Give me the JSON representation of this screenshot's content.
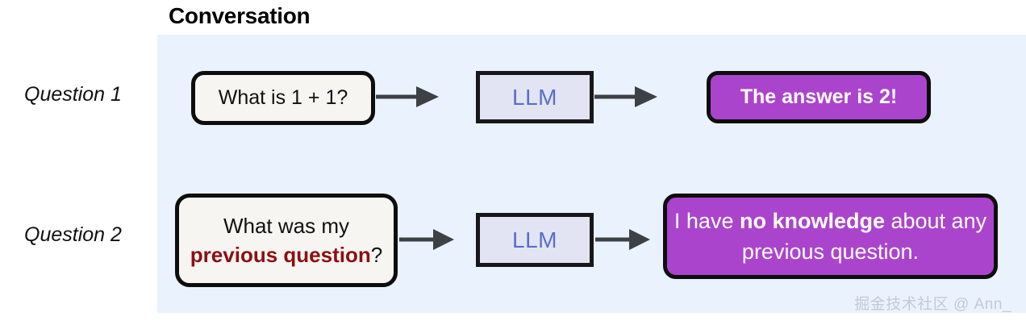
{
  "title": "Conversation",
  "panel": {
    "background_color": "#eaf2fd"
  },
  "colors": {
    "panel_background": "#eaf2fd",
    "question_bubble_fill": "#f6f5f2",
    "llm_box_fill": "#e3e4f3",
    "llm_text": "#5a6ec8",
    "answer_bubble_fill": "#ab44cd",
    "answer_text": "#ffffff",
    "emphasis_red": "#8c0f14",
    "outline": "#0d0d0d",
    "arrow": "#3d4146",
    "watermark": "#c3cad4"
  },
  "rows": [
    {
      "label": "Question 1",
      "question": {
        "text": "What is 1 + 1?"
      },
      "model": {
        "label": "LLM"
      },
      "answer": {
        "text": "The answer is 2!"
      },
      "arrows": [
        {
          "name": "arrow-question-to-llm",
          "direction": "right"
        },
        {
          "name": "arrow-llm-to-answer",
          "direction": "right"
        }
      ]
    },
    {
      "label": "Question 2",
      "question": {
        "line1": "What was my",
        "line2_emphasis": "previous question",
        "line2_suffix": "?"
      },
      "model": {
        "label": "LLM"
      },
      "answer": {
        "prefix": "I have ",
        "emphasis": "no knowledge",
        "suffix": " about any previous question."
      },
      "arrows": [
        {
          "name": "arrow-question-to-llm",
          "direction": "right"
        },
        {
          "name": "arrow-llm-to-answer",
          "direction": "right"
        }
      ]
    }
  ],
  "watermark": "掘金技术社区 @ Ann_"
}
